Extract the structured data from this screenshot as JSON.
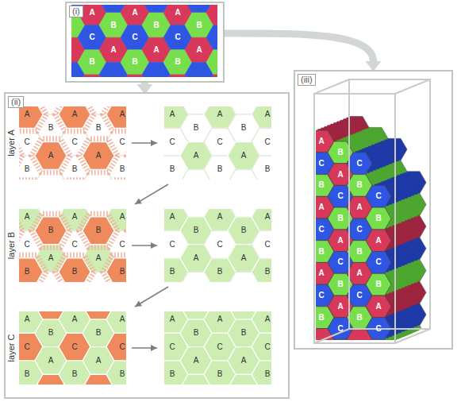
{
  "diagram": {
    "nodes": [
      {
        "text": [
          "(i)"
        ]
      },
      {
        "text": [
          "(ii)"
        ]
      },
      {
        "text": [
          "(iii)"
        ]
      }
    ],
    "edges": [
      {
        "from": 0,
        "to": 1,
        "arrow": "to"
      },
      {
        "from": 0,
        "to": 2,
        "arrow": "to"
      }
    ],
    "labels": [
      "layer A",
      "layer B",
      "layer C",
      "A",
      "C",
      "B",
      "B",
      "A",
      "A",
      "C",
      "B",
      "B",
      "A",
      "A",
      "C",
      "B",
      "B",
      "A",
      "A",
      "C",
      "B",
      "B",
      "A",
      "A",
      "C",
      "B",
      "B",
      "A",
      "A",
      "C",
      "B",
      "A",
      "C",
      "B",
      "B",
      "A",
      "A",
      "C",
      "B",
      "B",
      "A",
      "A",
      "C",
      "B",
      "A",
      "C",
      "B",
      "B",
      "A",
      "A",
      "C",
      "B",
      "B",
      "A",
      "A",
      "C",
      "B",
      "A",
      "C",
      "B",
      "B",
      "A",
      "A",
      "C",
      "B",
      "B",
      "A",
      "A",
      "C",
      "B",
      "A",
      "C",
      "B",
      "B",
      "A",
      "A",
      "C",
      "B",
      "B",
      "A",
      "A",
      "C",
      "B",
      "A",
      "C",
      "B",
      "B",
      "A",
      "A",
      "C",
      "B",
      "B",
      "A",
      "A",
      "C",
      "B",
      "A",
      "C",
      "B",
      "A",
      "C",
      "B",
      "A",
      "C",
      "B",
      "B",
      "A",
      "C",
      "B",
      "A",
      "C",
      "B",
      "A",
      "C",
      "C",
      "B",
      "A",
      "C",
      "B",
      "A",
      "C",
      "B",
      "C",
      "B",
      "A",
      "C",
      "B",
      "A",
      "C"
    ]
  }
}
